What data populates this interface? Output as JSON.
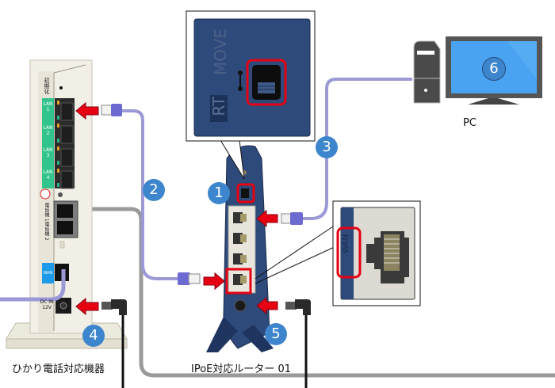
{
  "diagram": {
    "title_devices": {
      "onu": "ひかり電話対応機器",
      "router": "IPoE対応ルーター 01",
      "pc": "PC"
    },
    "onu_labels": {
      "init": "初期化",
      "lan_ports": [
        "LAN 1",
        "LAN 2",
        "LAN 3",
        "LAN 4"
      ],
      "tel_ports": [
        "電話機 1",
        "電話機 2"
      ],
      "wan": "WAN",
      "dc_in": "DC IN",
      "dc_volt": "12V"
    },
    "switch_labels": {
      "rt": "RT",
      "move": "MOVE"
    },
    "wan_callout": "WAN",
    "steps": [
      "1",
      "2",
      "3",
      "4",
      "5",
      "6"
    ],
    "colors": {
      "badge": "#3d85cc",
      "highlight": "#e60012",
      "lan_cable": "#9b99d6",
      "tel_cable": "#9a9a9a",
      "router_body": "#2e4a7a",
      "onu_lan_panel": "#33c48d",
      "onu_wan_panel": "#1e9be8",
      "monitor_screen": "#4aa3f0"
    }
  }
}
